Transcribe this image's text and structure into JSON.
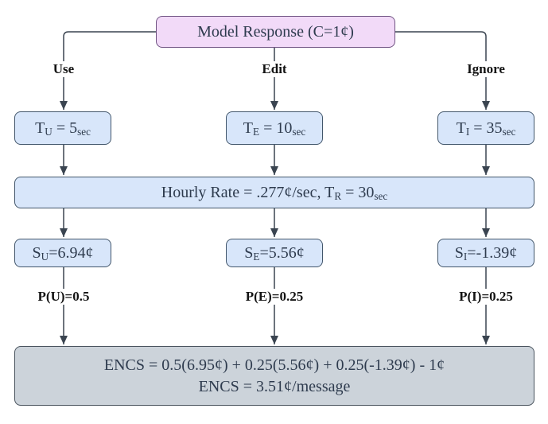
{
  "diagram": {
    "title_node": {
      "label_parts": [
        {
          "t": "Model Response (C=1¢)"
        }
      ]
    },
    "branches": [
      {
        "name": "use",
        "label": "Use",
        "time_parts": [
          {
            "t": "T"
          },
          {
            "t": "U",
            "sub": true
          },
          {
            "t": " = 5"
          },
          {
            "t": "sec",
            "sub": true
          }
        ],
        "score_parts": [
          {
            "t": "S"
          },
          {
            "t": "U",
            "sub": true
          },
          {
            "t": "=6.94¢"
          }
        ],
        "prob": "P(U)=0.5"
      },
      {
        "name": "edit",
        "label": "Edit",
        "time_parts": [
          {
            "t": "T"
          },
          {
            "t": "E",
            "sub": true
          },
          {
            "t": " = 10"
          },
          {
            "t": "sec",
            "sub": true
          }
        ],
        "score_parts": [
          {
            "t": "S"
          },
          {
            "t": "E",
            "sub": true
          },
          {
            "t": "=5.56¢"
          }
        ],
        "prob": "P(E)=0.25"
      },
      {
        "name": "ignore",
        "label": "Ignore",
        "time_parts": [
          {
            "t": "T"
          },
          {
            "t": "I",
            "sub": true
          },
          {
            "t": " = 35"
          },
          {
            "t": "sec",
            "sub": true
          }
        ],
        "score_parts": [
          {
            "t": "S"
          },
          {
            "t": "I",
            "sub": true
          },
          {
            "t": "=-1.39¢"
          }
        ],
        "prob": "P(I)=0.25"
      }
    ],
    "rate_node": {
      "label_parts": [
        {
          "t": "Hourly Rate = .277¢/sec, T"
        },
        {
          "t": "R",
          "sub": true
        },
        {
          "t": " = 30"
        },
        {
          "t": "sec",
          "sub": true
        }
      ]
    },
    "result_node": {
      "line1": "ENCS = 0.5(6.95¢) + 0.25(5.56¢) + 0.25(-1.39¢) - 1¢",
      "line2": "ENCS = 3.51¢/message"
    }
  },
  "colors": {
    "blue_fill": "#d8e6fa",
    "blue_stroke": "#42566b",
    "purple_fill": "#f2daf8",
    "purple_stroke": "#6f5382",
    "gray_fill": "#ccd3da",
    "gray_stroke": "#4a545e",
    "line": "#3a4450",
    "box_text": "#2e3b4e",
    "label_text": "#131313",
    "background": "#ffffff"
  }
}
